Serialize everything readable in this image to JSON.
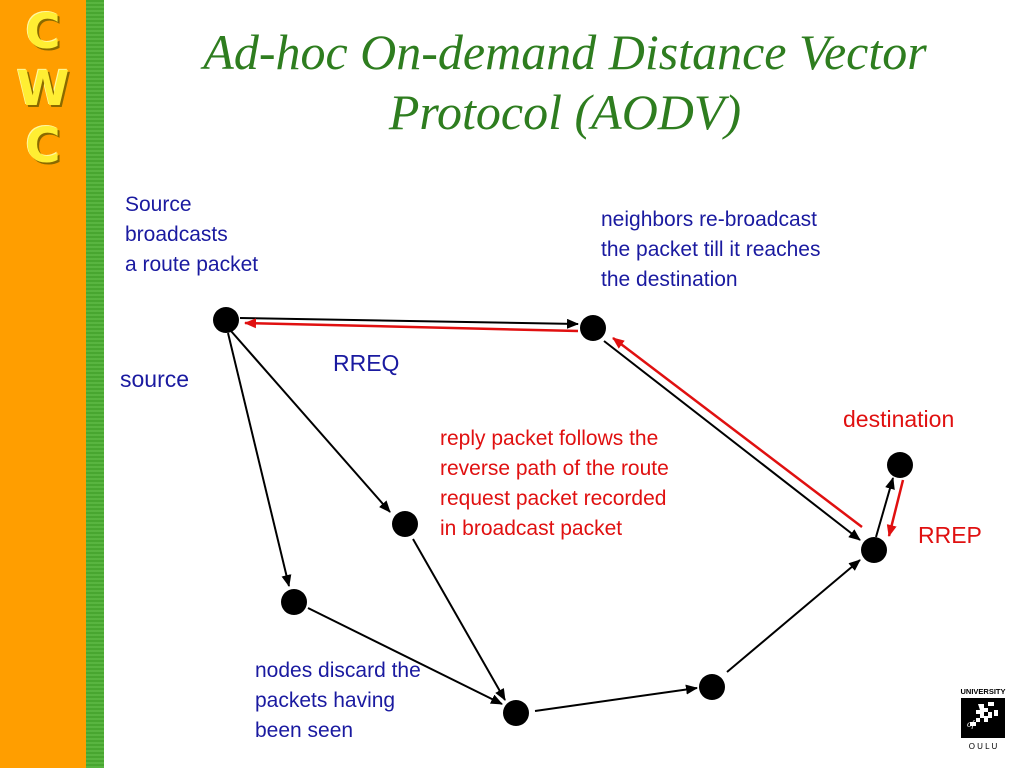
{
  "slide": {
    "logo": [
      "C",
      "W",
      "C"
    ],
    "title_line1": "Ad-hoc On-demand Distance Vector",
    "title_line2": "Protocol (AODV)"
  },
  "labels": {
    "source_note": [
      "Source",
      "broadcasts",
      "a route packet"
    ],
    "neighbors_note": [
      "neighbors  re-broadcast",
      "the packet till it reaches",
      "the destination"
    ],
    "rreq": "RREQ",
    "source": "source",
    "destination": "destination",
    "reply_note": [
      "reply packet follows the",
      "reverse path of the route",
      "request packet recorded",
      "in broadcast packet"
    ],
    "rrep": "RREP",
    "discard_note": [
      "nodes discard the",
      "packets having",
      "been seen"
    ]
  },
  "university_logo": {
    "top": "UNIVERSITY",
    "of": "of",
    "bottom": "O U L U"
  },
  "colors": {
    "node": "#000000",
    "request_arrow": "#000000",
    "reply_arrow": "#e01010",
    "title": "#2e7d1f",
    "note_blue": "#1a1aa0",
    "note_red": "#e01010"
  }
}
